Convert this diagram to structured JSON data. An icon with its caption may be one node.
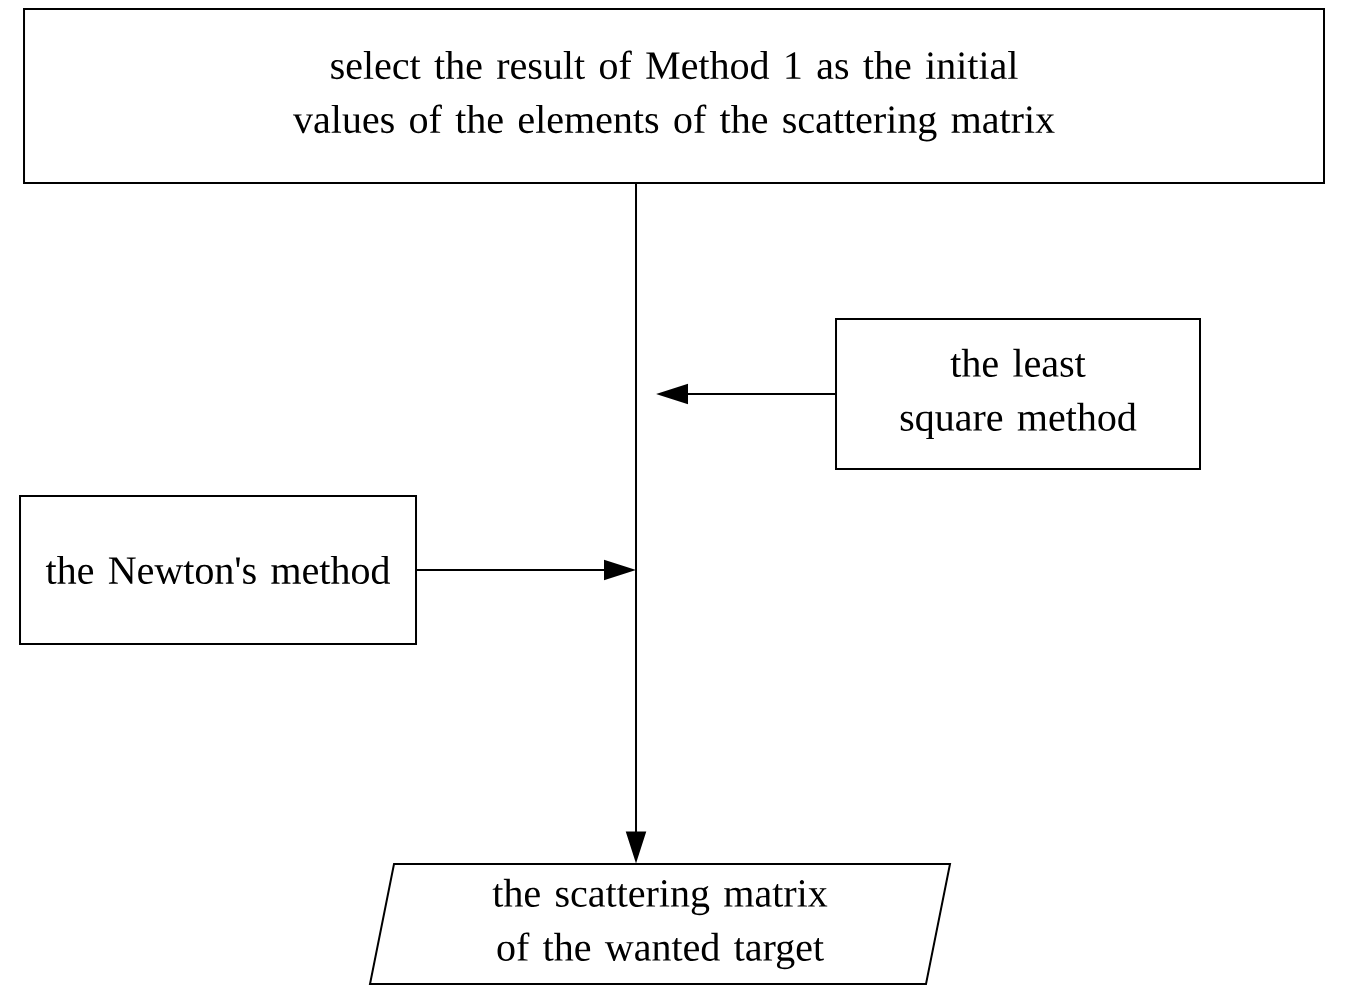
{
  "diagram": {
    "nodes": [
      {
        "text": [
          "select the result of Method 1 as the initial values of the elements of the scattering matrix"
        ]
      },
      {
        "text": [
          "the least square method"
        ]
      },
      {
        "text": [
          "the Newton's method"
        ]
      },
      {
        "text": [
          "the scattering matrix of the wanted target"
        ]
      }
    ],
    "edges": [
      {
        "from": 0,
        "to": 3,
        "arrow": "to"
      },
      {
        "from": 1,
        "to": null,
        "arrow": "to"
      },
      {
        "from": 2,
        "to": null,
        "arrow": "to"
      }
    ]
  }
}
